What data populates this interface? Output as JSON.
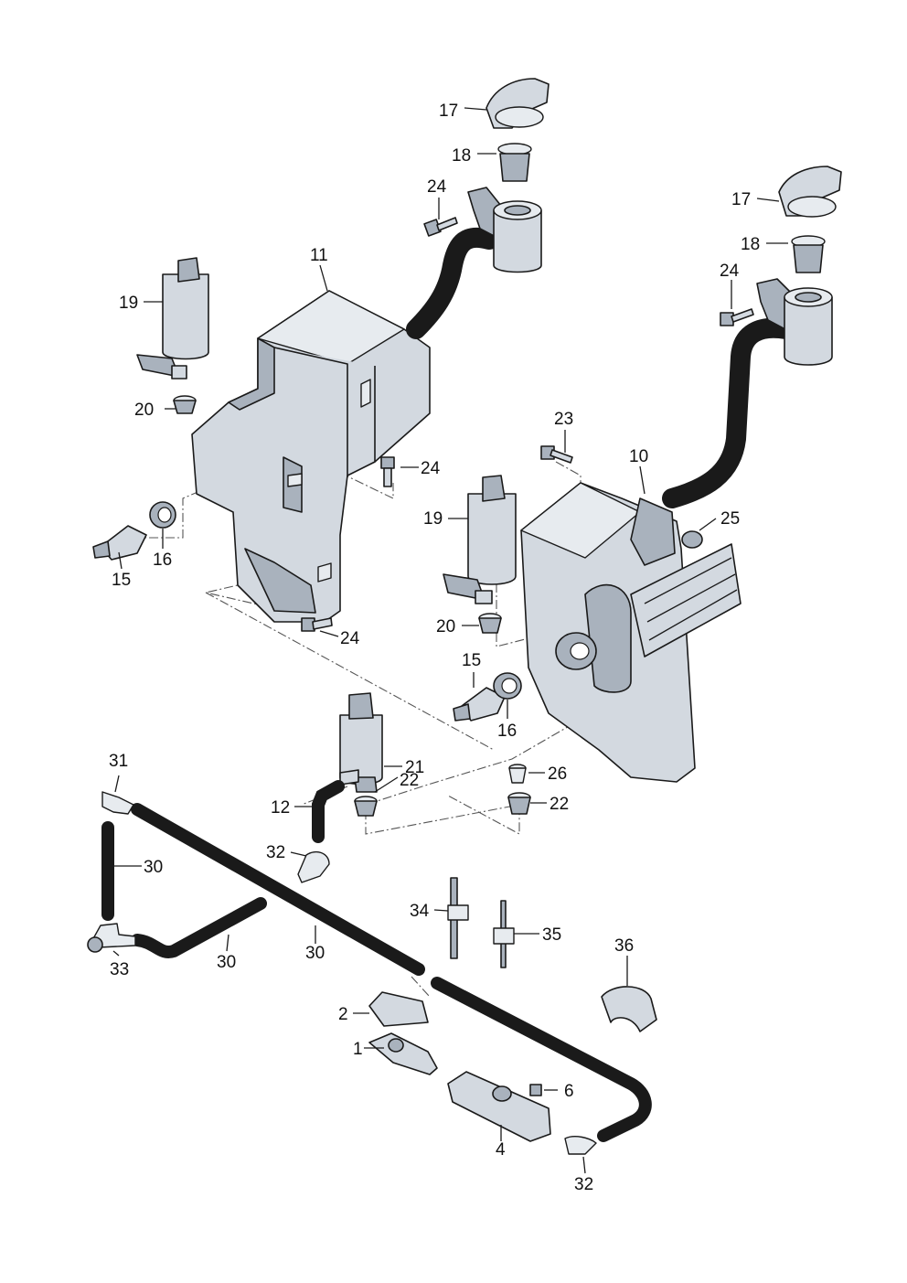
{
  "callouts": [
    {
      "id": "c17a",
      "text": "17"
    },
    {
      "id": "c18a",
      "text": "18"
    },
    {
      "id": "c24a",
      "text": "24"
    },
    {
      "id": "c11",
      "text": "11"
    },
    {
      "id": "c19a",
      "text": "19"
    },
    {
      "id": "c20a",
      "text": "20"
    },
    {
      "id": "c24b",
      "text": "24"
    },
    {
      "id": "c15a",
      "text": "15"
    },
    {
      "id": "c16a",
      "text": "16"
    },
    {
      "id": "c24c",
      "text": "24"
    },
    {
      "id": "c17b",
      "text": "17"
    },
    {
      "id": "c18b",
      "text": "18"
    },
    {
      "id": "c24d",
      "text": "24"
    },
    {
      "id": "c23",
      "text": "23"
    },
    {
      "id": "c10",
      "text": "10"
    },
    {
      "id": "c25",
      "text": "25"
    },
    {
      "id": "c19b",
      "text": "19"
    },
    {
      "id": "c20b",
      "text": "20"
    },
    {
      "id": "c15b",
      "text": "15"
    },
    {
      "id": "c16b",
      "text": "16"
    },
    {
      "id": "c21",
      "text": "21"
    },
    {
      "id": "c22a",
      "text": "22"
    },
    {
      "id": "c12",
      "text": "12"
    },
    {
      "id": "c26",
      "text": "26"
    },
    {
      "id": "c22b",
      "text": "22"
    },
    {
      "id": "c31",
      "text": "31"
    },
    {
      "id": "c30a",
      "text": "30"
    },
    {
      "id": "c32a",
      "text": "32"
    },
    {
      "id": "c34",
      "text": "34"
    },
    {
      "id": "c35",
      "text": "35"
    },
    {
      "id": "c36",
      "text": "36"
    },
    {
      "id": "c33",
      "text": "33"
    },
    {
      "id": "c30b",
      "text": "30"
    },
    {
      "id": "c30c",
      "text": "30"
    },
    {
      "id": "c2",
      "text": "2"
    },
    {
      "id": "c1",
      "text": "1"
    },
    {
      "id": "c6",
      "text": "6"
    },
    {
      "id": "c4",
      "text": "4"
    },
    {
      "id": "c32b",
      "text": "32"
    }
  ]
}
